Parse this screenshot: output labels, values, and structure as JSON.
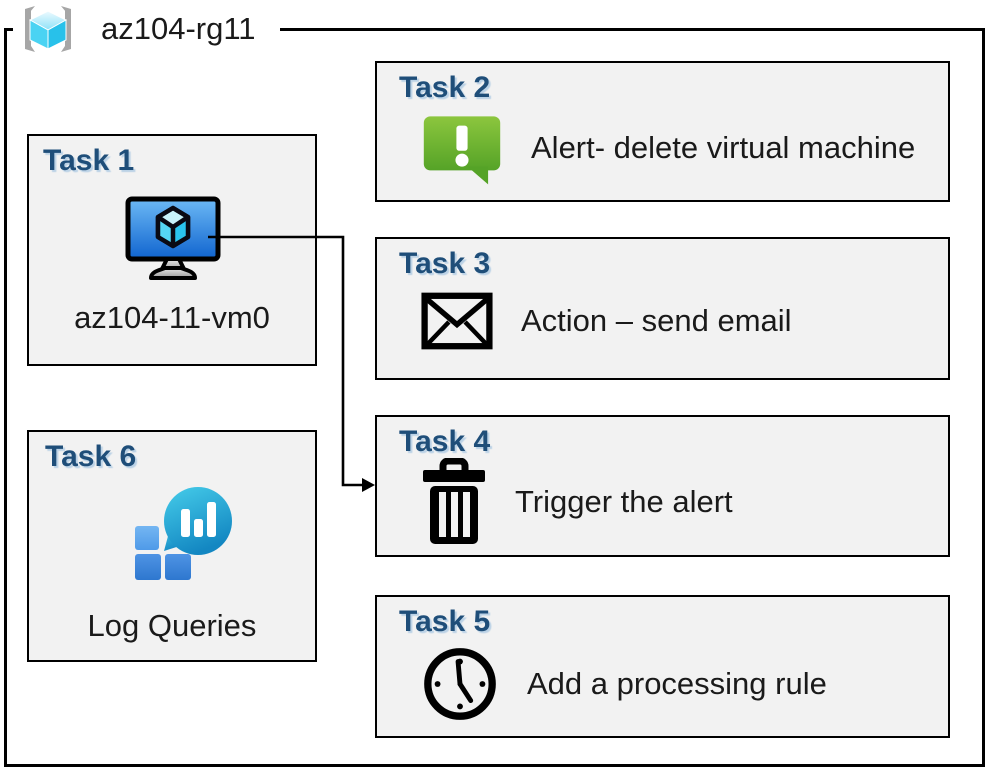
{
  "resource_group": {
    "name": "az104-rg11",
    "icon": "azure-resource-group-icon"
  },
  "tasks": [
    {
      "label": "Task 1",
      "icon": "azure-virtual-machine-icon",
      "caption": "az104-11-vm0"
    },
    {
      "label": "Task 2",
      "icon": "alert-message-icon",
      "text": "Alert- delete virtual machine"
    },
    {
      "label": "Task 3",
      "icon": "email-envelope-icon",
      "text": "Action – send email"
    },
    {
      "label": "Task 4",
      "icon": "trash-delete-icon",
      "text": "Trigger the alert"
    },
    {
      "label": "Task 5",
      "icon": "clock-icon",
      "text": "Add a processing rule"
    },
    {
      "label": "Task 6",
      "icon": "log-analytics-icon",
      "caption": "Log Queries"
    }
  ],
  "connector": {
    "from": "Task 1 virtual machine",
    "to": "Task 4"
  },
  "colors": {
    "task_heading_blue": "#1f4e79",
    "box_fill": "#f2f2f2",
    "box_border": "#000000",
    "alert_green_top": "#8cc63e",
    "alert_green_bottom": "#55a327",
    "vm_screen_blue_top": "#58aef2",
    "vm_screen_blue_bottom": "#1064cf",
    "resource_group_cyan": "#3fcbf0",
    "log_analytics_teal": "#1e9fd4",
    "log_analytics_square_blue": "#3584d8"
  }
}
